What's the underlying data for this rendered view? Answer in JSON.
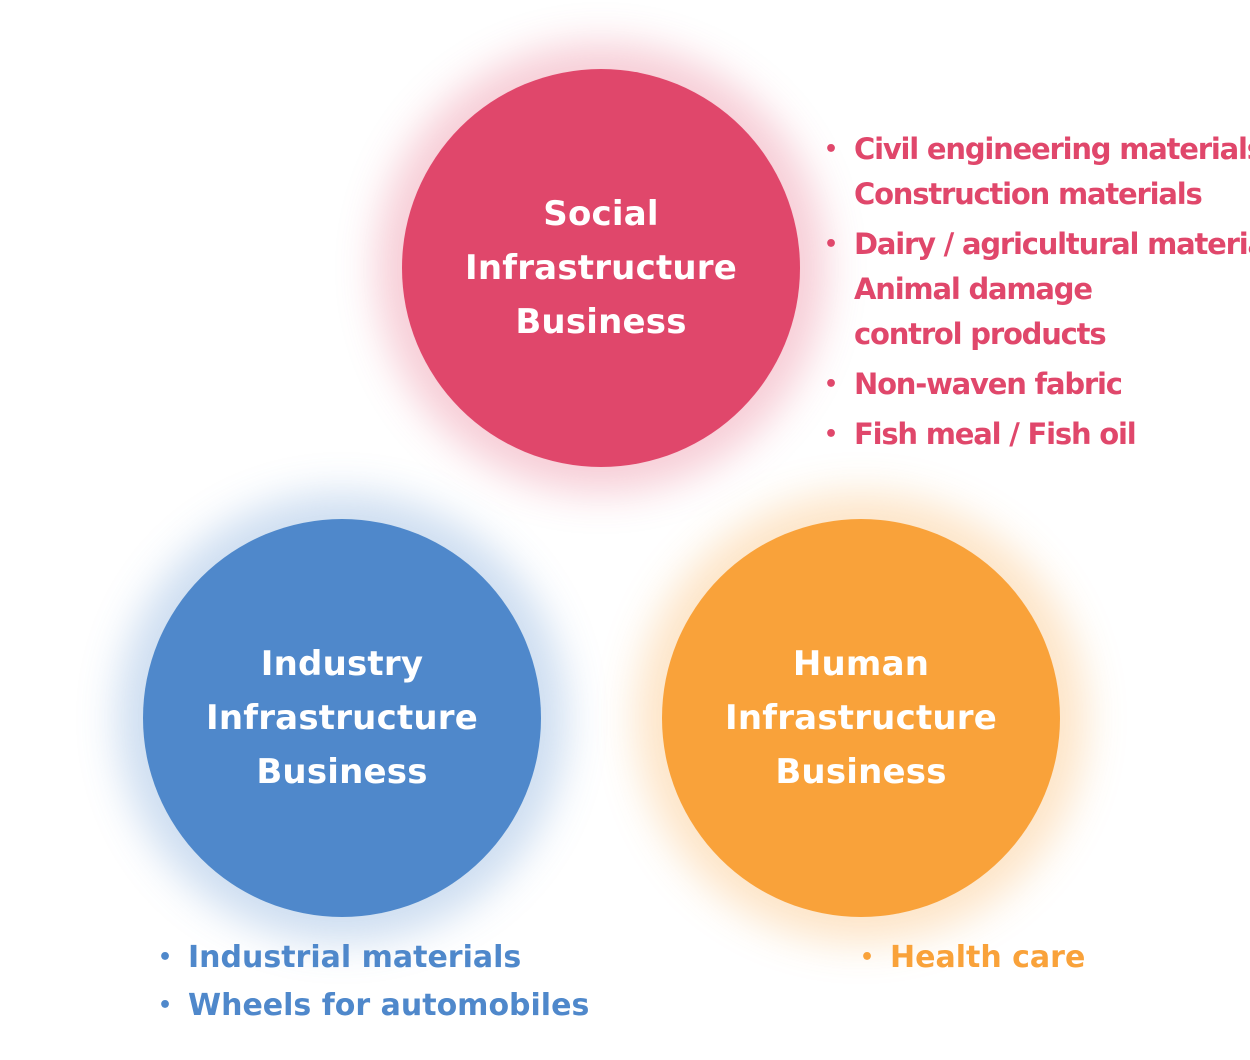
{
  "colors": {
    "social": "#e0476b",
    "industry": "#4f88cb",
    "human": "#f9a23a"
  },
  "social": {
    "title": [
      "Social",
      "Infrastructure",
      "Business"
    ],
    "items": [
      [
        "Civil engineering materials,",
        "Construction materials"
      ],
      [
        "Dairy / agricultural materials,",
        "Animal damage",
        "control products"
      ],
      [
        "Non-waven fabric"
      ],
      [
        "Fish meal / Fish oil"
      ]
    ]
  },
  "industry": {
    "title": [
      "Industry",
      "Infrastructure",
      "Business"
    ],
    "items": [
      [
        "Industrial materials"
      ],
      [
        "Wheels for automobiles"
      ]
    ]
  },
  "human": {
    "title": [
      "Human",
      "Infrastructure",
      "Business"
    ],
    "items": [
      [
        "Health care"
      ]
    ]
  },
  "bullet": "•"
}
